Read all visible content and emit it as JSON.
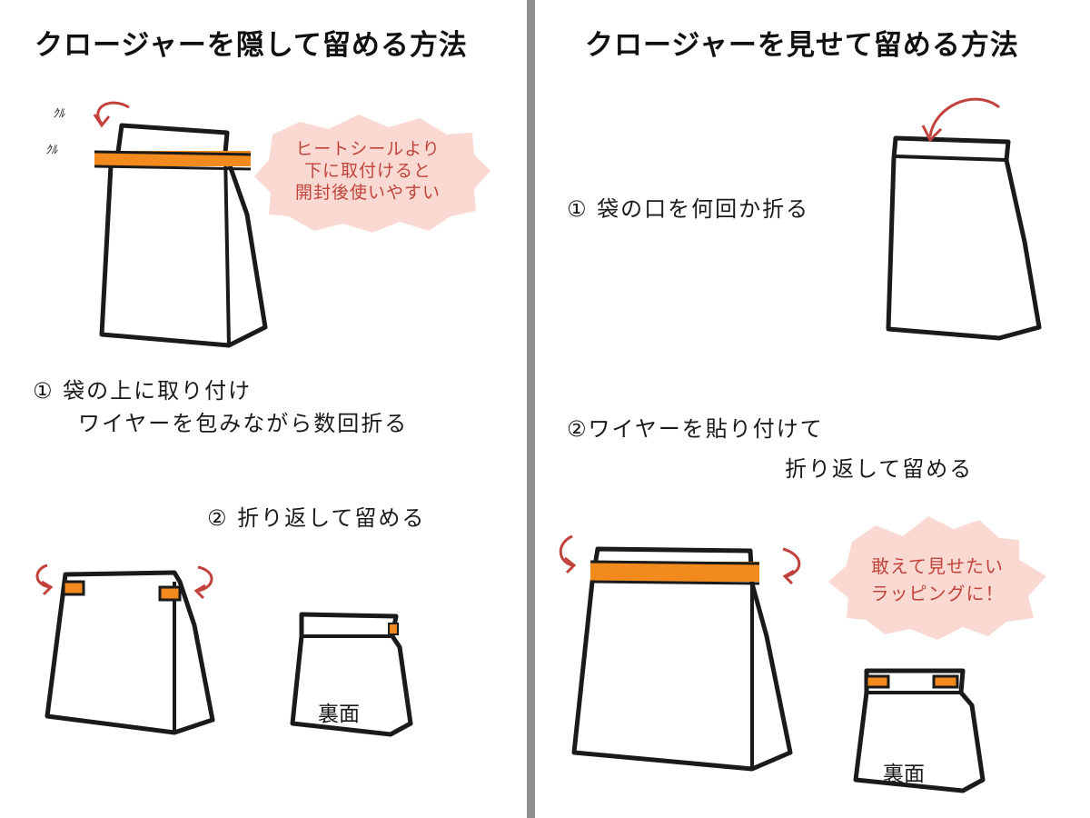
{
  "colors": {
    "accent_orange": "#f28a1e",
    "arrow_red": "#c2413d",
    "burst_fill": "#f9d9d2",
    "burst_text": "#c0443c",
    "divider": "#8f8f8f",
    "ink": "#1a1a1a"
  },
  "left": {
    "title": "クロージャーを隠して留める方法",
    "note_top": "ｸﾙ",
    "note_bottom": "ｸﾙ",
    "burst_lines": [
      "ヒートシールより",
      "下に取付けると",
      "開封後使いやすい"
    ],
    "step1_lines": [
      "①  袋の上に取り付け",
      "ワイヤーを包みながら数回折る"
    ],
    "step2": "② 折り返して留める",
    "back_label": "裏面"
  },
  "right": {
    "title": "クロージャーを見せて留める方法",
    "step1": "① 袋の口を何回か折る",
    "step2_lines": [
      "②ワイヤーを貼り付けて",
      "折り返して留める"
    ],
    "burst_lines": [
      "敢えて見せたい",
      "ラッピングに！"
    ],
    "back_label": "裏面"
  }
}
